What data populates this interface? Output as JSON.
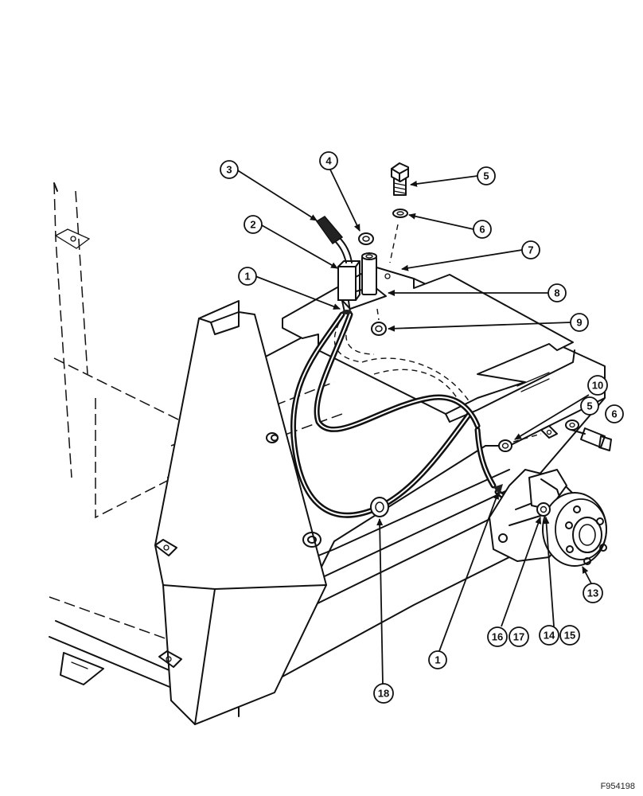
{
  "callouts": {
    "c1a": "1",
    "c1b": "1",
    "c2": "2",
    "c3": "3",
    "c4": "4",
    "c5a": "5",
    "c5b": "5",
    "c6a": "6",
    "c6b": "6",
    "c7": "7",
    "c8": "8",
    "c9": "9",
    "c10": "10",
    "c13": "13",
    "c14": "14",
    "c15": "15",
    "c16": "16",
    "c17": "17",
    "c18": "18"
  },
  "figure_id": "F954198"
}
